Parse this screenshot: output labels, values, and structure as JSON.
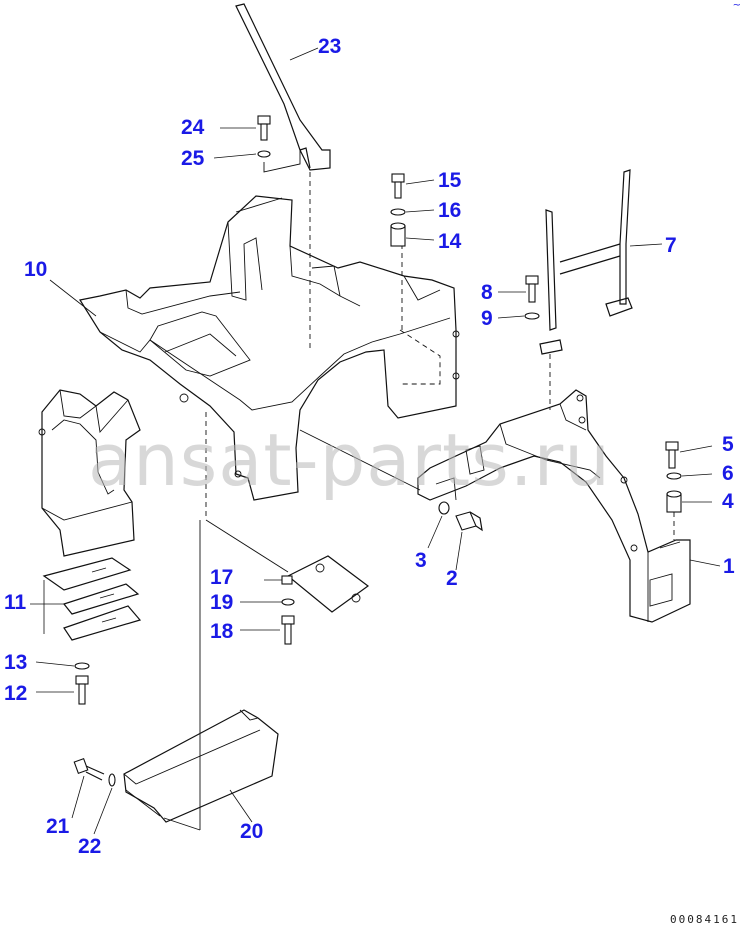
{
  "watermark": "ansat-parts.ru",
  "document_number": "00084161",
  "corner_mark": "~",
  "colors": {
    "callout": "#1a1ae6",
    "line": "#111111",
    "watermark": "#b9b9b9"
  },
  "callouts": [
    {
      "id": "c23",
      "label": "23"
    },
    {
      "id": "c24",
      "label": "24"
    },
    {
      "id": "c25",
      "label": "25"
    },
    {
      "id": "c15",
      "label": "15"
    },
    {
      "id": "c16",
      "label": "16"
    },
    {
      "id": "c14",
      "label": "14"
    },
    {
      "id": "c7",
      "label": "7"
    },
    {
      "id": "c10",
      "label": "10"
    },
    {
      "id": "c8",
      "label": "8"
    },
    {
      "id": "c9",
      "label": "9"
    },
    {
      "id": "c5",
      "label": "5"
    },
    {
      "id": "c6",
      "label": "6"
    },
    {
      "id": "c4",
      "label": "4"
    },
    {
      "id": "c1",
      "label": "1"
    },
    {
      "id": "c3",
      "label": "3"
    },
    {
      "id": "c2",
      "label": "2"
    },
    {
      "id": "c17",
      "label": "17"
    },
    {
      "id": "c19",
      "label": "19"
    },
    {
      "id": "c18",
      "label": "18"
    },
    {
      "id": "c11",
      "label": "11"
    },
    {
      "id": "c13",
      "label": "13"
    },
    {
      "id": "c12",
      "label": "12"
    },
    {
      "id": "c21",
      "label": "21"
    },
    {
      "id": "c22",
      "label": "22"
    },
    {
      "id": "c20",
      "label": "20"
    }
  ]
}
